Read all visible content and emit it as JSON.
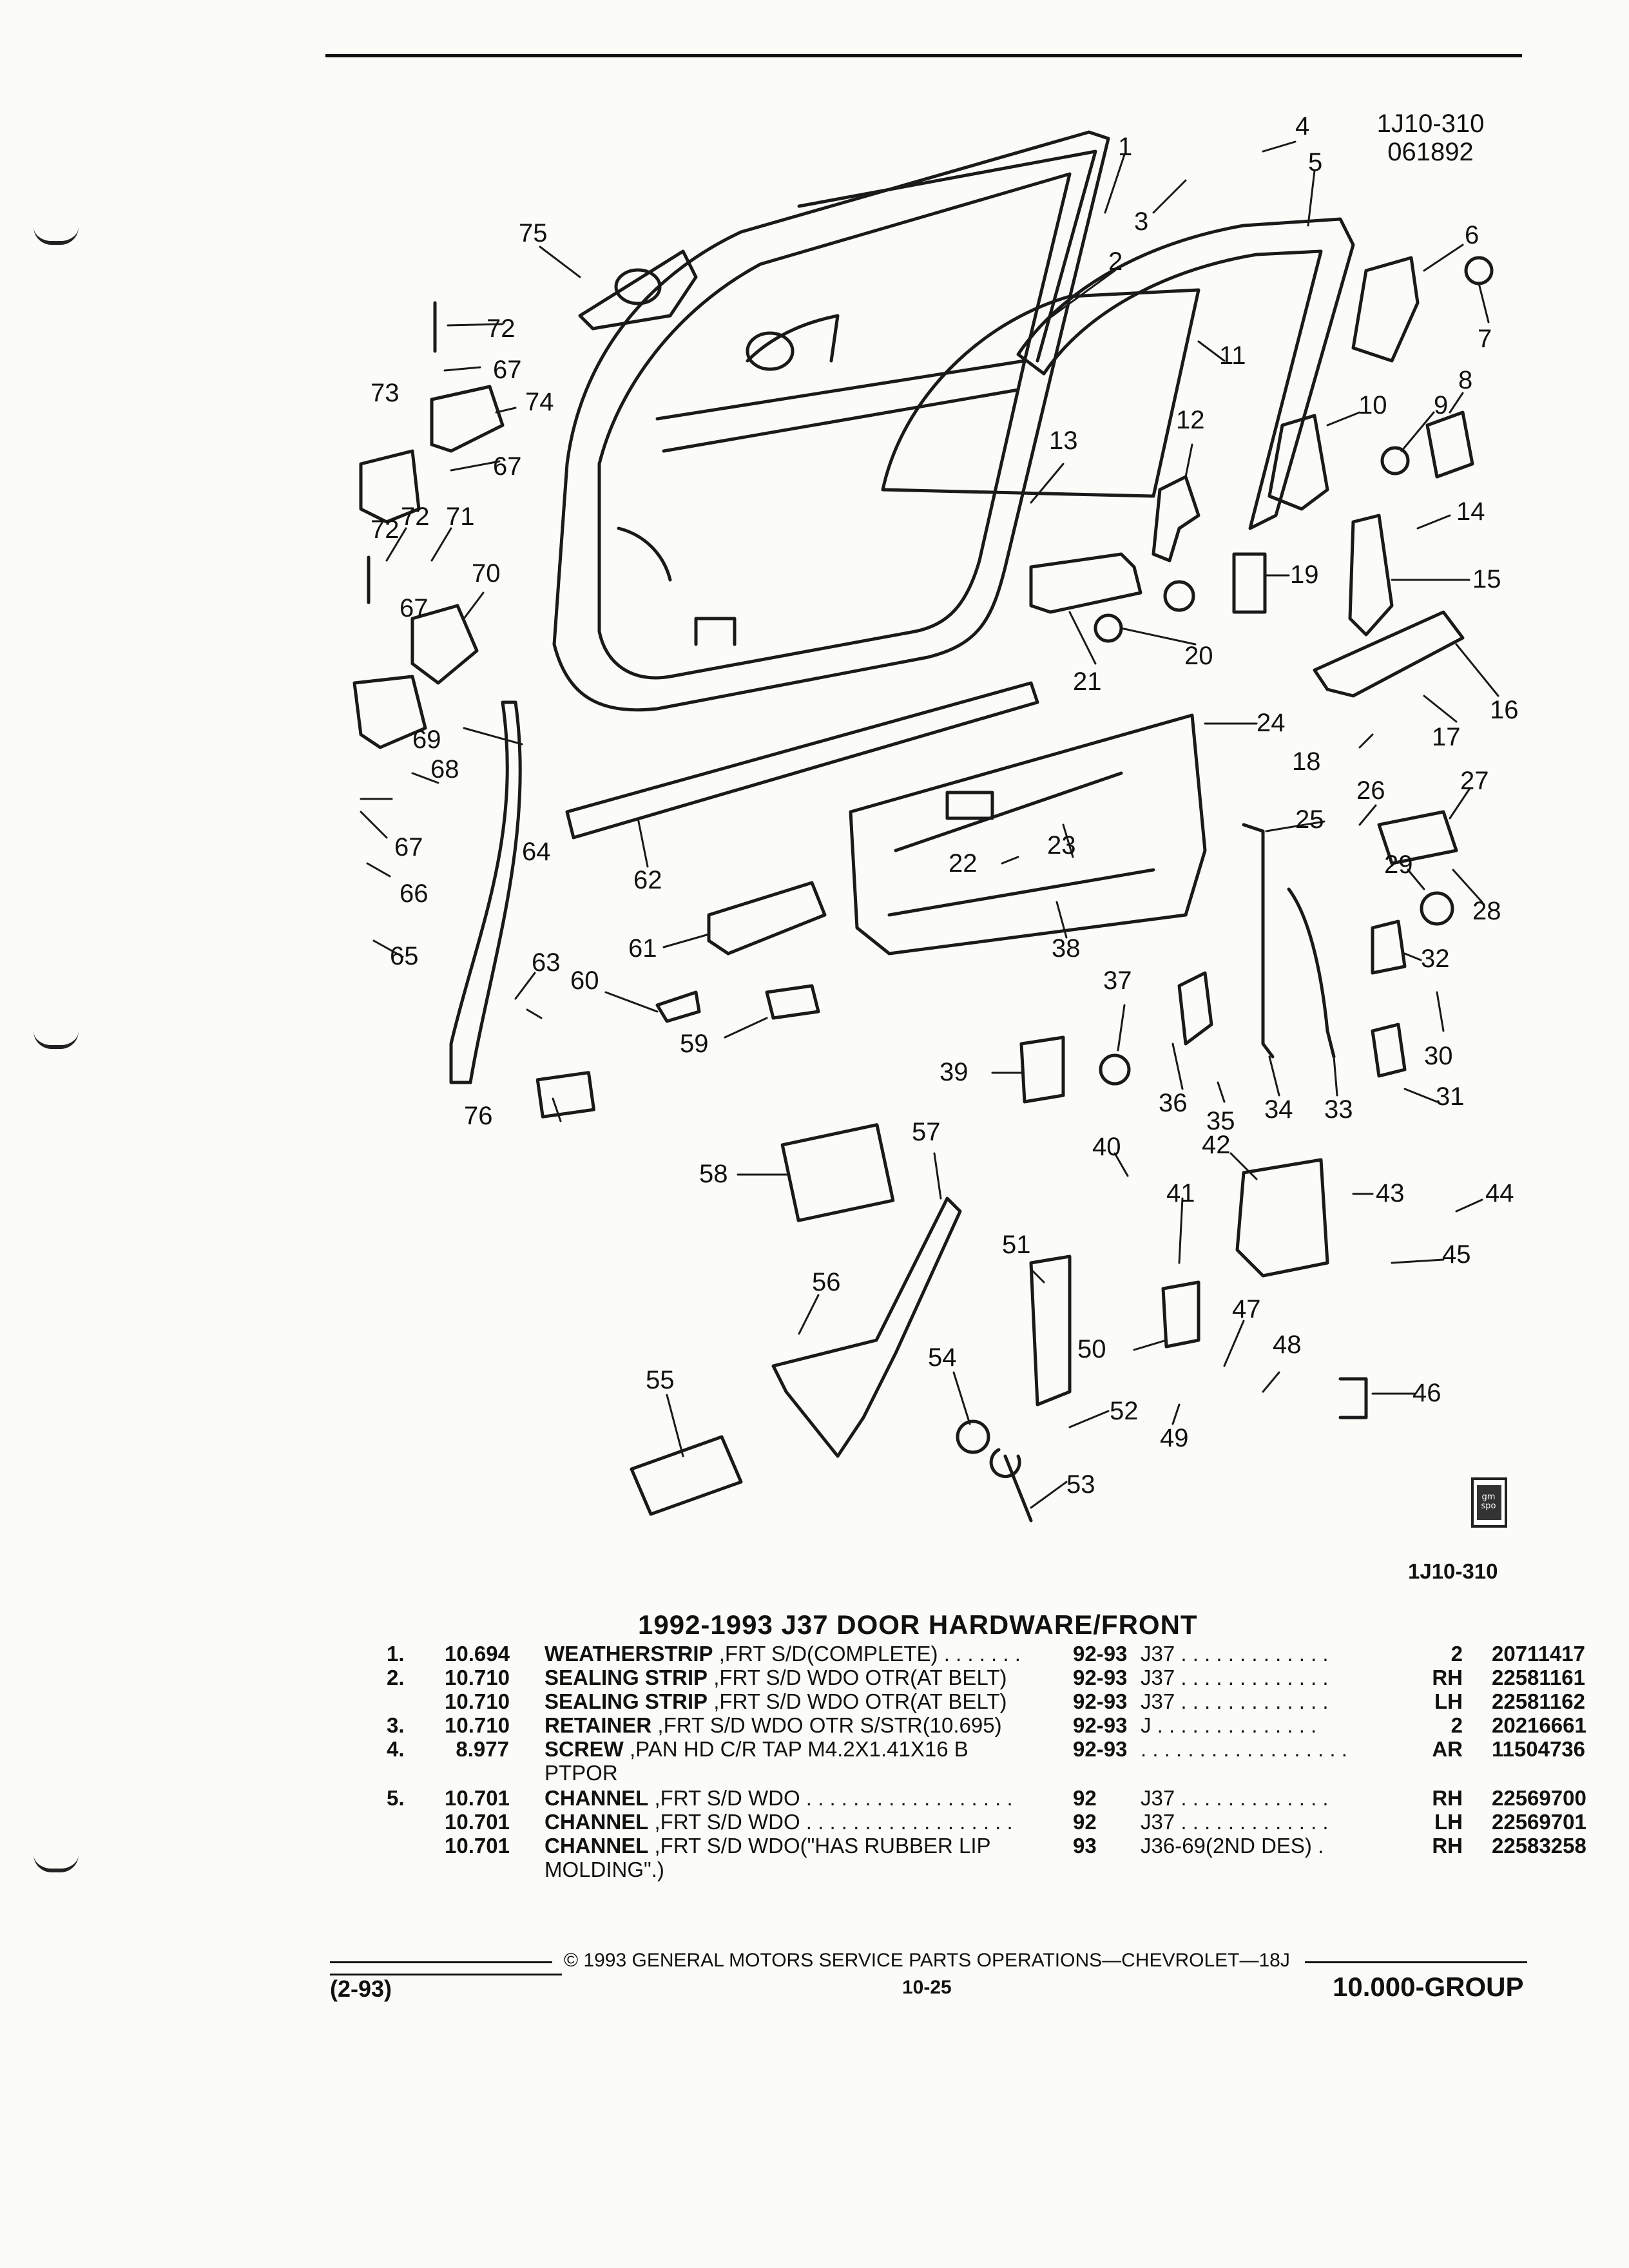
{
  "header": {
    "illustration_code": "1J10-310",
    "date_code": "061892",
    "figure_code": "1J10-310"
  },
  "callouts": [
    "1",
    "2",
    "3",
    "4",
    "5",
    "6",
    "7",
    "8",
    "9",
    "10",
    "11",
    "12",
    "13",
    "14",
    "15",
    "16",
    "17",
    "18",
    "19",
    "20",
    "21",
    "22",
    "23",
    "24",
    "25",
    "26",
    "27",
    "28",
    "29",
    "30",
    "31",
    "32",
    "33",
    "34",
    "35",
    "36",
    "37",
    "38",
    "39",
    "40",
    "41",
    "42",
    "43",
    "44",
    "45",
    "46",
    "47",
    "48",
    "49",
    "50",
    "51",
    "52",
    "53",
    "54",
    "55",
    "56",
    "57",
    "58",
    "59",
    "60",
    "61",
    "62",
    "63",
    "64",
    "65",
    "66",
    "67",
    "68",
    "69",
    "70",
    "71",
    "72",
    "73",
    "74",
    "75",
    "76"
  ],
  "section": {
    "title": "1992-1993 J37 DOOR HARDWARE/FRONT"
  },
  "parts": [
    {
      "line": "1.",
      "group": "10.694",
      "name": "WEATHERSTRIP",
      "desc": " ,FRT S/D(COMPLETE)  . . . . . . .",
      "years": "92-93",
      "model": "J37  . . . . . . . . . . . . .",
      "qty": "2",
      "part": "20711417"
    },
    {
      "line": "2.",
      "group": "10.710",
      "name": "SEALING STRIP",
      "desc": " ,FRT S/D WDO OTR(AT BELT)",
      "years": "92-93",
      "model": "J37  . . . . . . . . . . . . .",
      "qty": "RH",
      "part": "22581161"
    },
    {
      "line": "",
      "group": "10.710",
      "name": "SEALING STRIP",
      "desc": " ,FRT S/D WDO OTR(AT BELT)",
      "years": "92-93",
      "model": "J37  . . . . . . . . . . . . .",
      "qty": "LH",
      "part": "22581162"
    },
    {
      "line": "3.",
      "group": "10.710",
      "name": "RETAINER",
      "desc": " ,FRT S/D WDO OTR S/STR(10.695)",
      "years": "92-93",
      "model": "J  . . . . . . . . . . . . . .",
      "qty": "2",
      "part": "20216661"
    },
    {
      "line": "4.",
      "group": "8.977",
      "name": "SCREW",
      "desc": " ,PAN HD C/R TAP M4.2X1.41X16 B",
      "years": "92-93",
      "model": ". . . . . . . . . . . . . . . . . .",
      "qty": "AR",
      "part": "11504736"
    },
    {
      "line": "",
      "group": "",
      "name": "",
      "desc": "PTPOR",
      "years": "",
      "model": "",
      "qty": "",
      "part": ""
    },
    {
      "line": "5.",
      "group": "10.701",
      "name": "CHANNEL",
      "desc": " ,FRT S/D WDO  . . . . . . . . . . . . . . . . . .",
      "years": "92",
      "model": "J37  . . . . . . . . . . . . .",
      "qty": "RH",
      "part": "22569700"
    },
    {
      "line": "",
      "group": "10.701",
      "name": "CHANNEL",
      "desc": " ,FRT S/D WDO  . . . . . . . . . . . . . . . . . .",
      "years": "92",
      "model": "J37  . . . . . . . . . . . . .",
      "qty": "LH",
      "part": "22569701"
    },
    {
      "line": "",
      "group": "10.701",
      "name": "CHANNEL",
      "desc": " ,FRT S/D WDO(\"HAS RUBBER LIP",
      "years": "93",
      "model": "J36-69(2ND DES)  .",
      "qty": "RH",
      "part": "22583258"
    },
    {
      "line": "",
      "group": "",
      "name": "",
      "desc": "MOLDING\".)",
      "years": "",
      "model": "",
      "qty": "",
      "part": ""
    }
  ],
  "footer": {
    "copyright": "©  1993  GENERAL MOTORS SERVICE PARTS OPERATIONS—CHEVROLET—18J",
    "date": "(2-93)",
    "page": "10-25",
    "group": "10.000-GROUP"
  },
  "logo": {
    "text": "gm spo"
  }
}
